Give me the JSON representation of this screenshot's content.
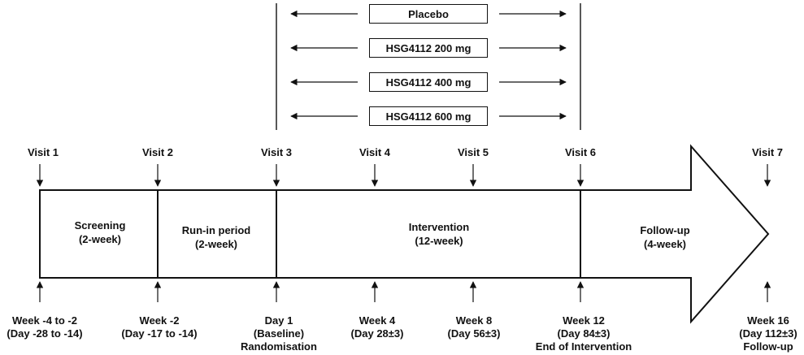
{
  "arms": [
    "Placebo",
    "HSG4112 200 mg",
    "HSG4112 400 mg",
    "HSG4112 600 mg"
  ],
  "visits": [
    "Visit 1",
    "Visit 2",
    "Visit 3",
    "Visit 4",
    "Visit 5",
    "Visit 6",
    "Visit 7"
  ],
  "periods": [
    {
      "name": "Screening",
      "duration": "(2-week)"
    },
    {
      "name": "Run-in period",
      "duration": "(2-week)"
    },
    {
      "name": "Intervention",
      "duration": "(12-week)"
    },
    {
      "name": "Follow-up",
      "duration": "(4-week)"
    }
  ],
  "timepoints": [
    {
      "line1": "Week -4 to -2",
      "line2": "(Day -28 to -14)",
      "line3": ""
    },
    {
      "line1": "Week -2",
      "line2": "(Day -17 to -14)",
      "line3": ""
    },
    {
      "line1": "Day 1",
      "line2": "(Baseline)",
      "line3": "Randomisation"
    },
    {
      "line1": "Week 4",
      "line2": "(Day 28±3)",
      "line3": ""
    },
    {
      "line1": "Week 8",
      "line2": "(Day 56±3)",
      "line3": ""
    },
    {
      "line1": "Week 12",
      "line2": "(Day 84±3)",
      "line3": "End of Intervention"
    },
    {
      "line1": "Week 16",
      "line2": "(Day 112±3)",
      "line3": "Follow-up"
    }
  ]
}
